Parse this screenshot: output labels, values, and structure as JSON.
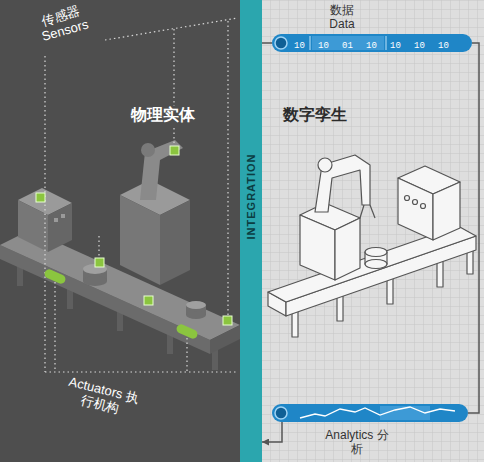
{
  "diagram": {
    "nodes": [
      {
        "text": [
          "物理实体"
        ]
      },
      {
        "text": [
          "INTEGRATION"
        ]
      },
      {
        "text": [
          "数字孪生"
        ]
      },
      {
        "text": [
          "数据 Data"
        ],
        "in": 2
      },
      {
        "text": [
          "Analytics 分析"
        ],
        "in": 2
      }
    ],
    "edges": [
      {
        "from": 1,
        "to": 3,
        "arrow": "none"
      },
      {
        "from": 3,
        "to": 4,
        "arrow": "none"
      },
      {
        "from": 4,
        "to": 1,
        "arrow": "to"
      }
    ],
    "labels": [
      "传感器 Sensors",
      "Actuators 执行机构",
      "10",
      "10",
      "01",
      "10",
      "10",
      "10",
      "10"
    ]
  }
}
